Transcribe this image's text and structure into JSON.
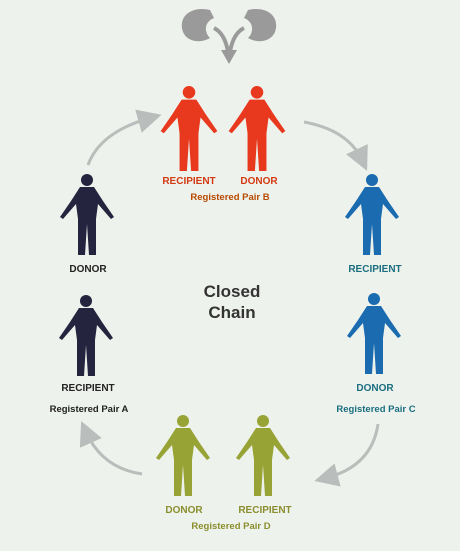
{
  "center_label": {
    "line1": "Closed",
    "line2": "Chain"
  },
  "labels": {
    "b_recipient": "RECIPIENT",
    "b_donor": "DONOR",
    "pair_b": "Registered Pair B",
    "left_donor": "DONOR",
    "c_recipient": "RECIPIENT",
    "c_donor": "DONOR",
    "pair_c": "Registered Pair C",
    "a_recipient": "RECIPIENT",
    "pair_a": "Registered Pair A",
    "d_donor": "DONOR",
    "d_recipient": "RECIPIENT",
    "pair_d": "Registered Pair D"
  },
  "colors": {
    "pair_b": "#e8381e",
    "pair_b_text": "#d33a12",
    "pair_b_sub": "#b84a00",
    "pair_a": "#25243f",
    "pair_c": "#1a6bb0",
    "pair_c_text": "#1a6e80",
    "pair_d": "#98a336",
    "pair_d_text": "#8a8e2e",
    "arrow": "#b9bdbb",
    "kidney": "#9a9a9a"
  },
  "icons": [
    "kidney-icon",
    "human-figure-icon"
  ]
}
